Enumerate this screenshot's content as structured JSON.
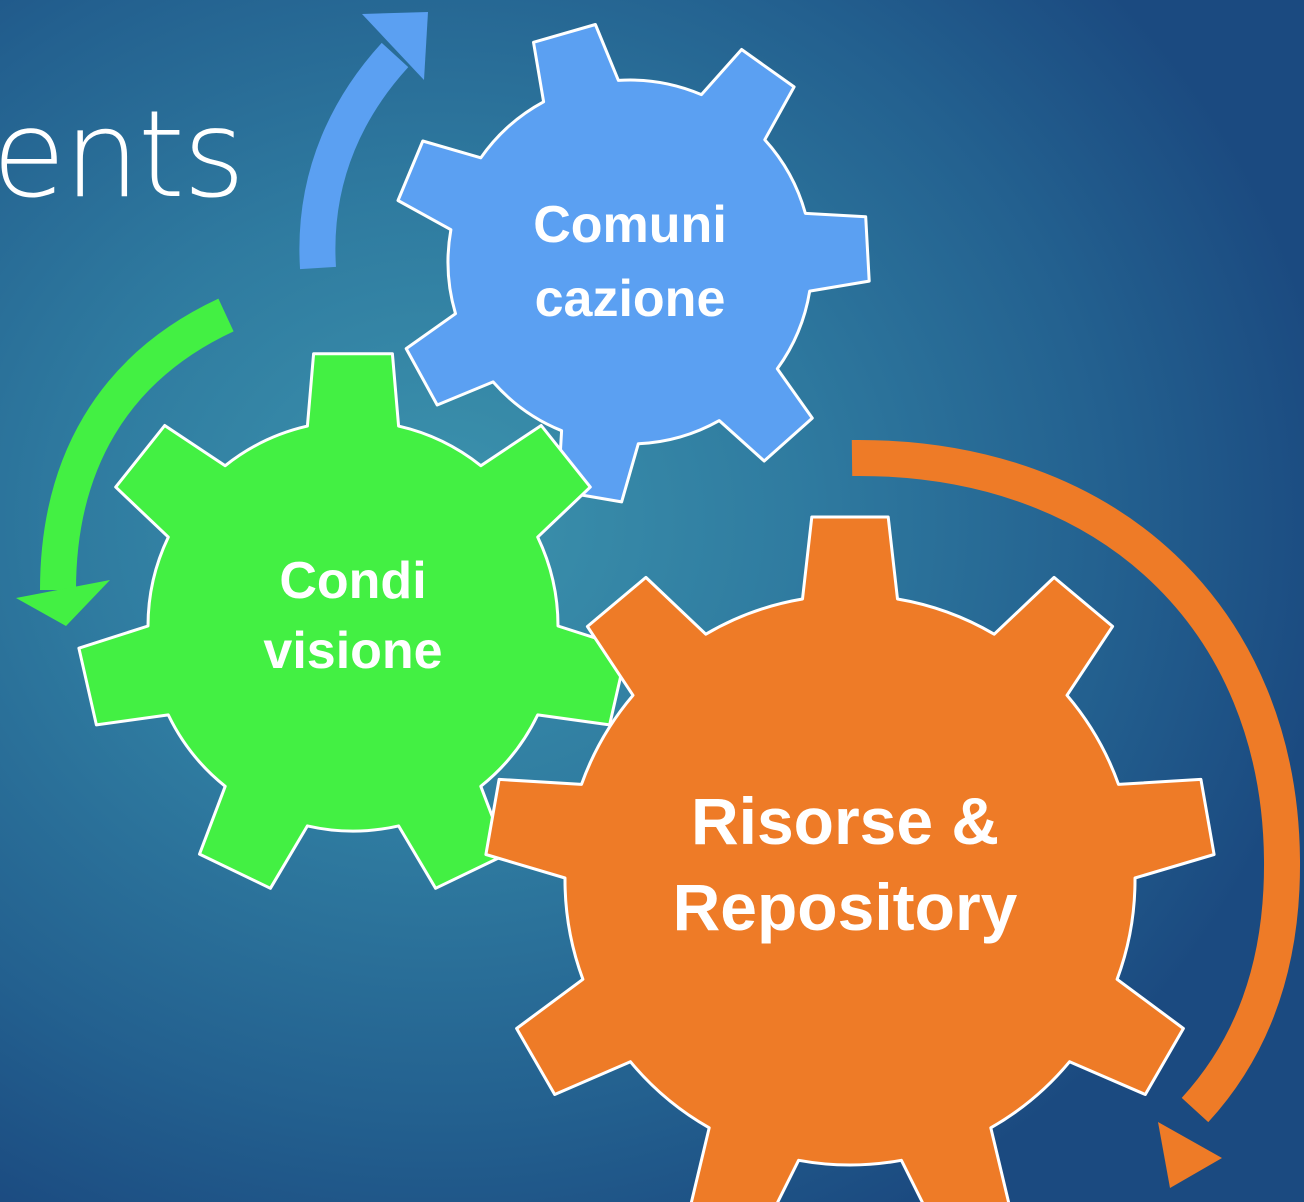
{
  "slide": {
    "title_fragment": "ents"
  },
  "gears": [
    {
      "id": "comunicazione",
      "label_lines": [
        "Comuni",
        "cazione"
      ],
      "color": "#5ba0f2"
    },
    {
      "id": "condivisione",
      "label_lines": [
        "Condi",
        "visione"
      ],
      "color": "#43f043"
    },
    {
      "id": "risorse",
      "label_lines": [
        "Risorse &",
        "Repository"
      ],
      "color": "#ee7b27"
    }
  ],
  "arrows": [
    {
      "id": "blue-arrow",
      "color": "#5ba0f2",
      "direction": "up"
    },
    {
      "id": "green-arrow",
      "color": "#43f043",
      "direction": "down"
    },
    {
      "id": "orange-arrow",
      "color": "#ee7b27",
      "direction": "down"
    }
  ],
  "colors": {
    "background_light": "#3c93ad",
    "background_dark": "#1b4a80",
    "gear_outline": "#ffffff"
  }
}
